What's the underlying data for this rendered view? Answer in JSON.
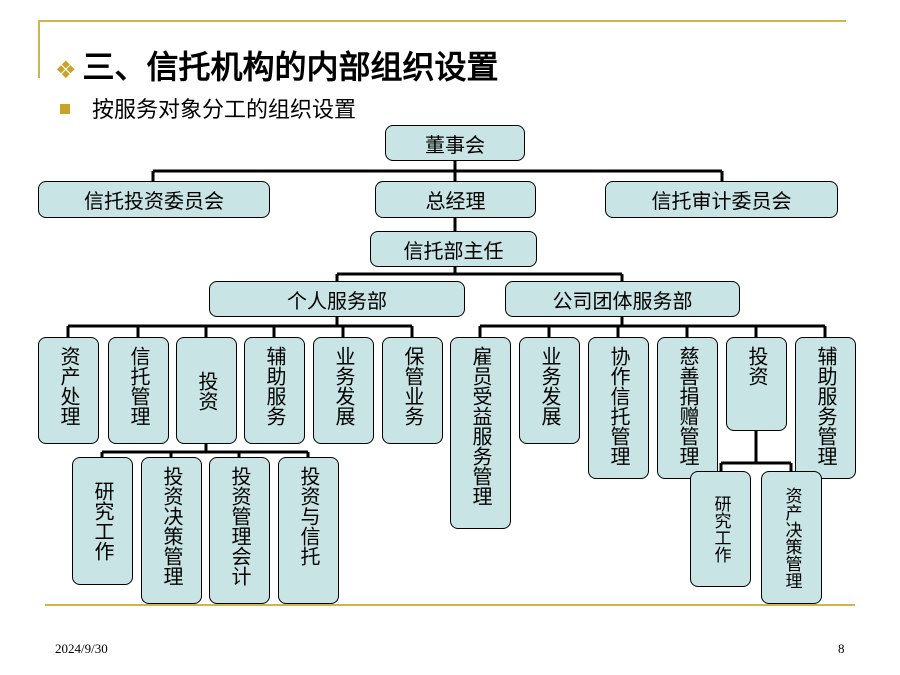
{
  "slide": {
    "title": "三、信托机构的内部组织设置",
    "title_bullet": "❖",
    "subtitle": "按服务对象分工的组织设置",
    "footer_date": "2024/9/30",
    "page_number": "8"
  },
  "org": {
    "board": "董事会",
    "trust_investment_committee": "信托投资委员会",
    "general_manager": "总经理",
    "trust_audit_committee": "信托审计委员会",
    "trust_dept_director": "信托部主任",
    "personal_services": "个人服务部",
    "corporate_services": "公司团体服务部",
    "personal_units": [
      "资产处理",
      "信托管理",
      "投资",
      "辅助服务",
      "业务发展",
      "保管业务"
    ],
    "personal_investment_units": [
      "研究工作",
      "投资决策管理",
      "投资管理会计",
      "投资与信托"
    ],
    "corporate_units": [
      "雇员受益服务管理",
      "业务发展",
      "协作信托管理",
      "慈善捐赠管理",
      "投资",
      "辅助服务管理"
    ],
    "corporate_investment_units": [
      "研究工作",
      "资产决策管理"
    ]
  },
  "colors": {
    "box_fill": "#c8e4e4",
    "rule": "#d4b44a",
    "bullet": "#c9a227"
  }
}
